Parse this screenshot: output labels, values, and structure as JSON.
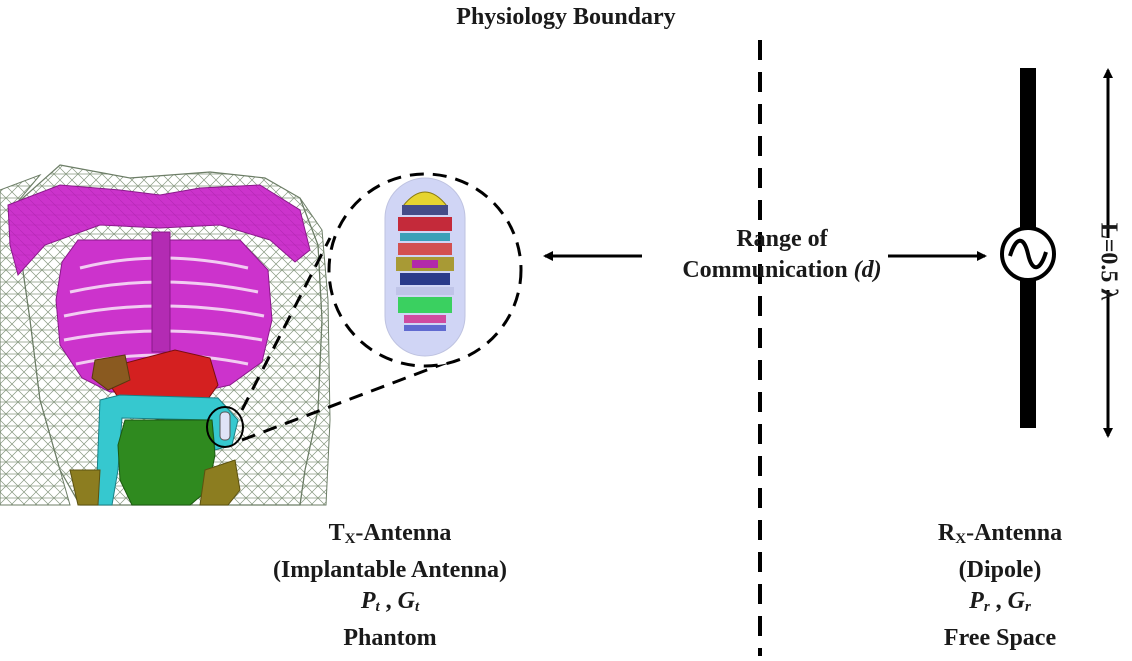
{
  "title": "Physiology Boundary",
  "range_label": {
    "line1": "Range of",
    "line2": "Communication",
    "var": "(d)"
  },
  "tx": {
    "name_prefix": "T",
    "name_sub": "X",
    "name_suffix": "-Antenna",
    "line2": "(Implantable Antenna)",
    "power": "P",
    "power_sub": "t",
    "gain": "G",
    "gain_sub": "t",
    "line4": "Phantom"
  },
  "rx": {
    "name_prefix": "R",
    "name_sub": "X",
    "name_suffix": "-Antenna",
    "line2": "(Dipole)",
    "power": "P",
    "power_sub": "r",
    "gain": "G",
    "gain_sub": "r",
    "line4": "Free Space"
  },
  "length_label": "L=0.5 λ",
  "icons": [
    "human-phantom-icon",
    "capsule-antenna-icon",
    "ac-source-icon",
    "dipole-antenna-icon"
  ],
  "colors": {
    "ribs": "#cc33cc",
    "mesh": "#7d8f78",
    "liver": "#d42020",
    "colon": "#36c8cf",
    "intestine": "#2f8a1f",
    "capsule": "#aab4ee"
  }
}
